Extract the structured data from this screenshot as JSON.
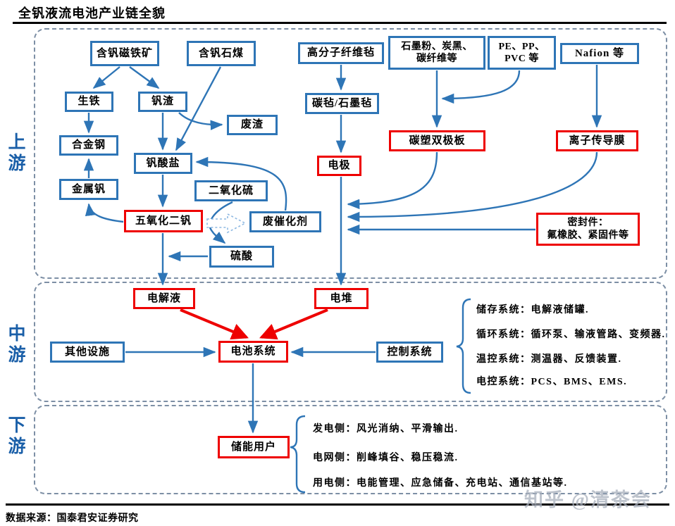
{
  "title": "全钒液流电池产业链全貌",
  "sections": {
    "upstream": "上游",
    "midstream": "中游",
    "downstream": "下游"
  },
  "boxes": {
    "magnetite": "含钒磁铁矿",
    "stone_coal": "含钒石煤",
    "polymer_felt": "高分子纤维毡",
    "graphite_powder": "石墨粉、炭黑、\n碳纤维等",
    "pe_pp_pvc": "PE、PP、\nPVC 等",
    "nafion": "Nafion 等",
    "pig_iron": "生铁",
    "vanadium_slag": "钒渣",
    "carbon_felt": "碳毡/石墨毡",
    "waste_slag": "废渣",
    "alloy_steel": "合金钢",
    "vanadate": "钒酸盐",
    "electrode": "电极",
    "bipolar_plate": "碳塑双极板",
    "ion_membrane": "离子传导膜",
    "metal_vanadium": "金属钒",
    "so2": "二氧化硫",
    "v2o5": "五氧化二钒",
    "waste_catalyst": "废催化剂",
    "sulfuric_acid": "硫酸",
    "seals": "密封件：\n氟橡胶、紧固件等",
    "electrolyte": "电解液",
    "stack": "电堆",
    "other_facilities": "其他设施",
    "battery_system": "电池系统",
    "control_system": "控制系统",
    "energy_user": "储能用户"
  },
  "midstream_notes": [
    "储存系统：电解液储罐.",
    "循环系统：循环泵、输液管路、变频器.",
    "温控系统：测温器、反馈装置.",
    "电控系统：PCS、BMS、EMS."
  ],
  "downstream_notes": [
    "发电侧：风光消纳、平滑输出.",
    "电网侧：削峰填谷、稳压稳流.",
    "用电侧：电能管理、应急储备、充电站、通信基站等."
  ],
  "footer": {
    "source": "数据来源：国泰君安证券研究"
  },
  "watermark": "知乎 @清茶会",
  "colors": {
    "box_blue": "#2e75b6",
    "box_red": "#ee0000",
    "arrow_blue": "#2e75b6",
    "arrow_red": "#ee0000",
    "dashed_border": "#7d8fa5",
    "zone_label": "#1a5fa8"
  }
}
